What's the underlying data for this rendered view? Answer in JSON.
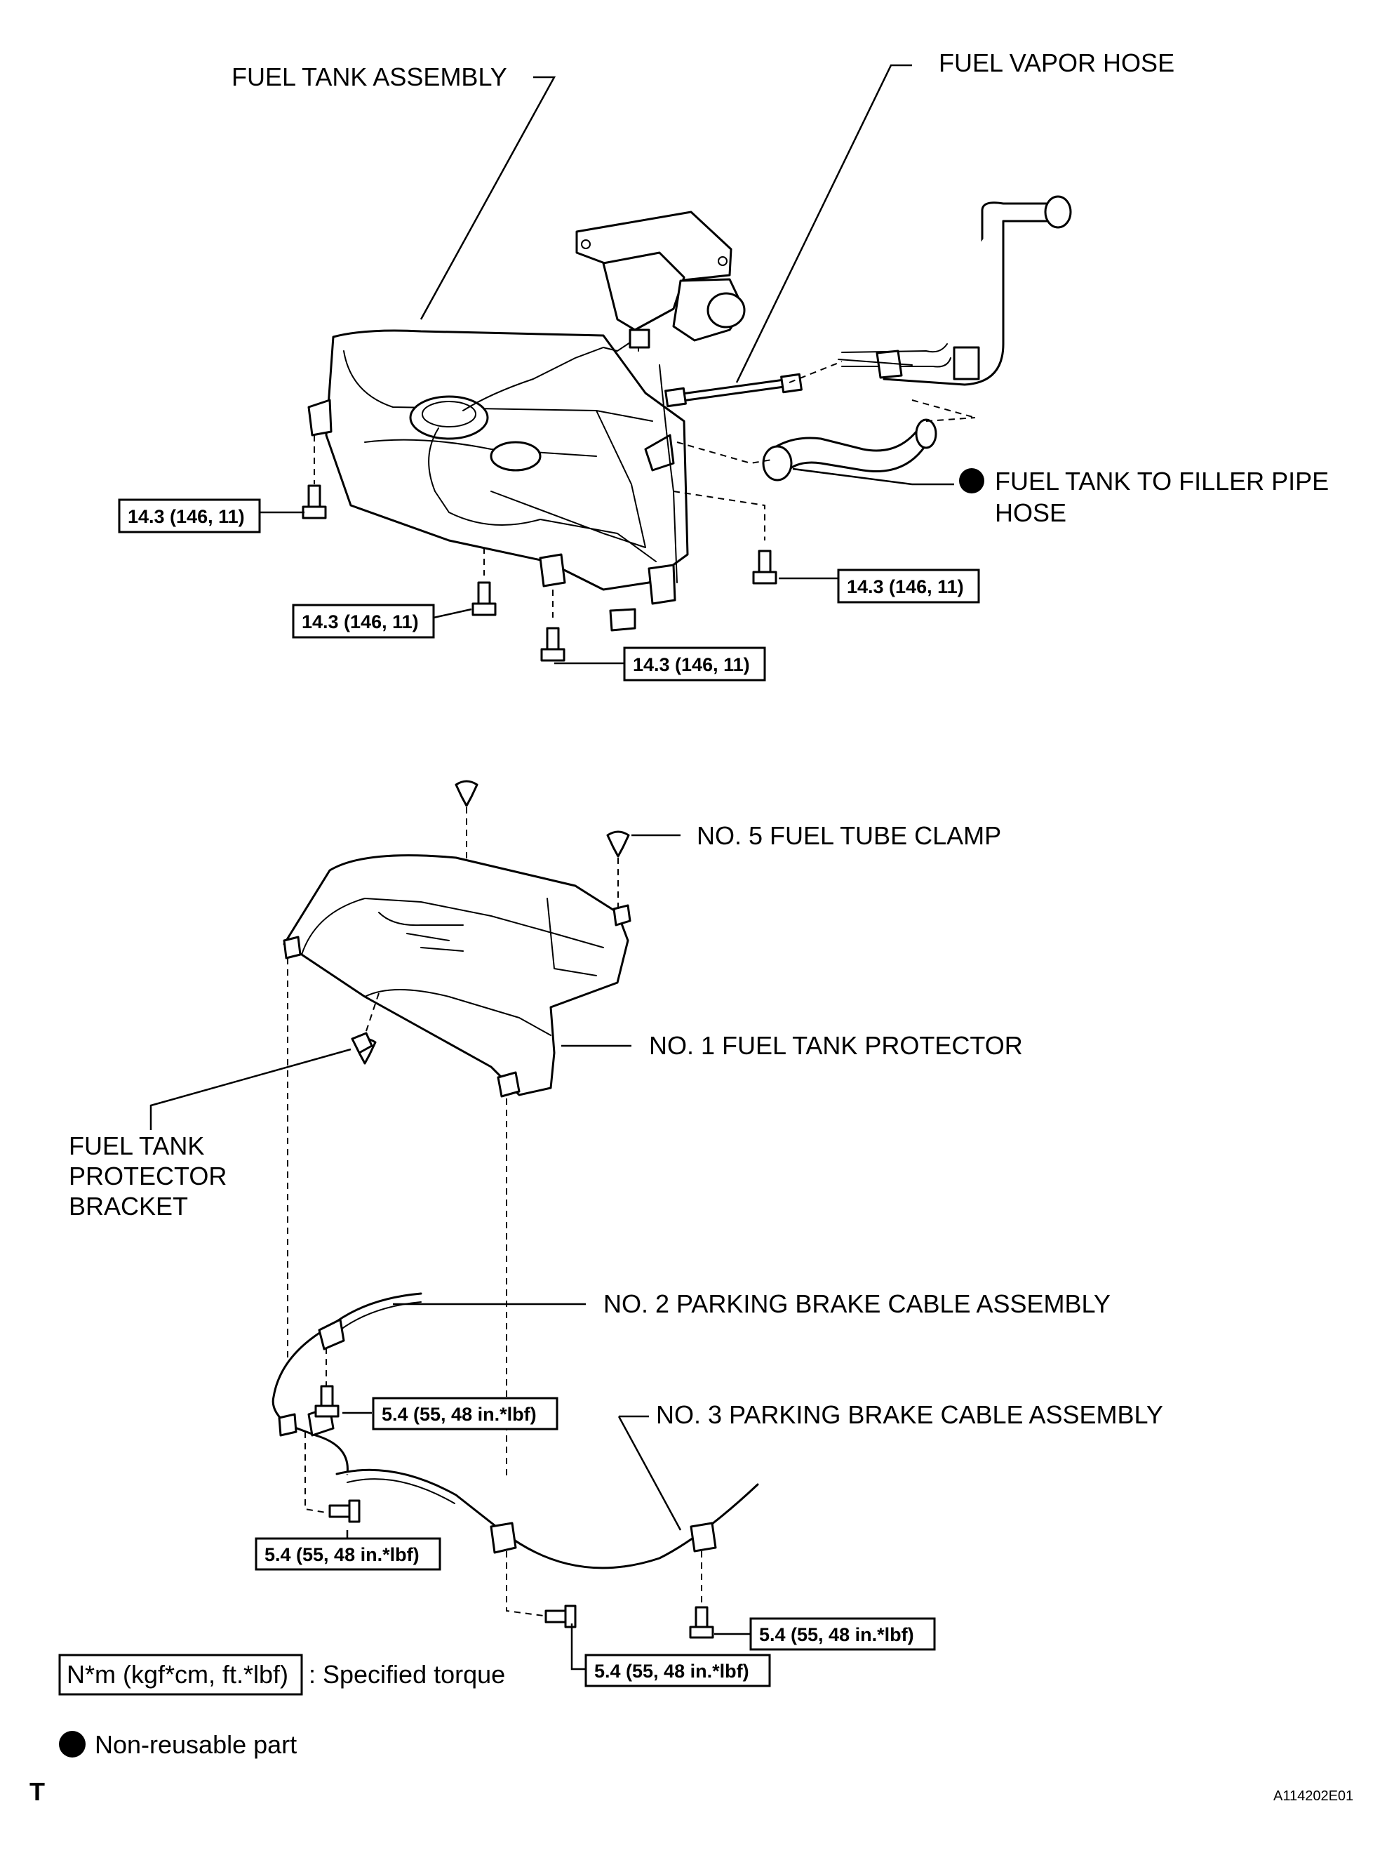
{
  "labels": {
    "fuel_tank_assembly": "FUEL TANK ASSEMBLY",
    "fuel_vapor_hose": "FUEL VAPOR HOSE",
    "filler_pipe_hose_line1": "FUEL TANK TO FILLER PIPE",
    "filler_pipe_hose_line2": "HOSE",
    "no5_fuel_tube_clamp": "NO. 5 FUEL TUBE CLAMP",
    "no1_fuel_tank_protector": "NO. 1 FUEL TANK PROTECTOR",
    "protector_bracket_line1": "FUEL TANK",
    "protector_bracket_line2": "PROTECTOR",
    "protector_bracket_line3": "BRACKET",
    "no2_parking_brake_cable": "NO. 2 PARKING BRAKE CABLE ASSEMBLY",
    "no3_parking_brake_cable": "NO. 3 PARKING BRAKE CABLE ASSEMBLY"
  },
  "torques": {
    "tank_left": "14.3 (146, 11)",
    "tank_bottom_left": "14.3 (146, 11)",
    "tank_bottom_mid": "14.3 (146, 11)",
    "tank_right": "14.3 (146, 11)",
    "cable_upper": "5.4 (55, 48 in.*lbf)",
    "cable_lower_left": "5.4 (55, 48 in.*lbf)",
    "cable_right": "5.4 (55, 48 in.*lbf)",
    "cable_bottom": "5.4 (55, 48 in.*lbf)"
  },
  "legend": {
    "torque_unit_box": "N*m (kgf*cm, ft.*lbf)",
    "torque_unit_desc": ": Specified torque",
    "non_reusable": "Non-reusable part"
  },
  "footer": {
    "corner_mark": "T",
    "figure_code": "A114202E01"
  }
}
